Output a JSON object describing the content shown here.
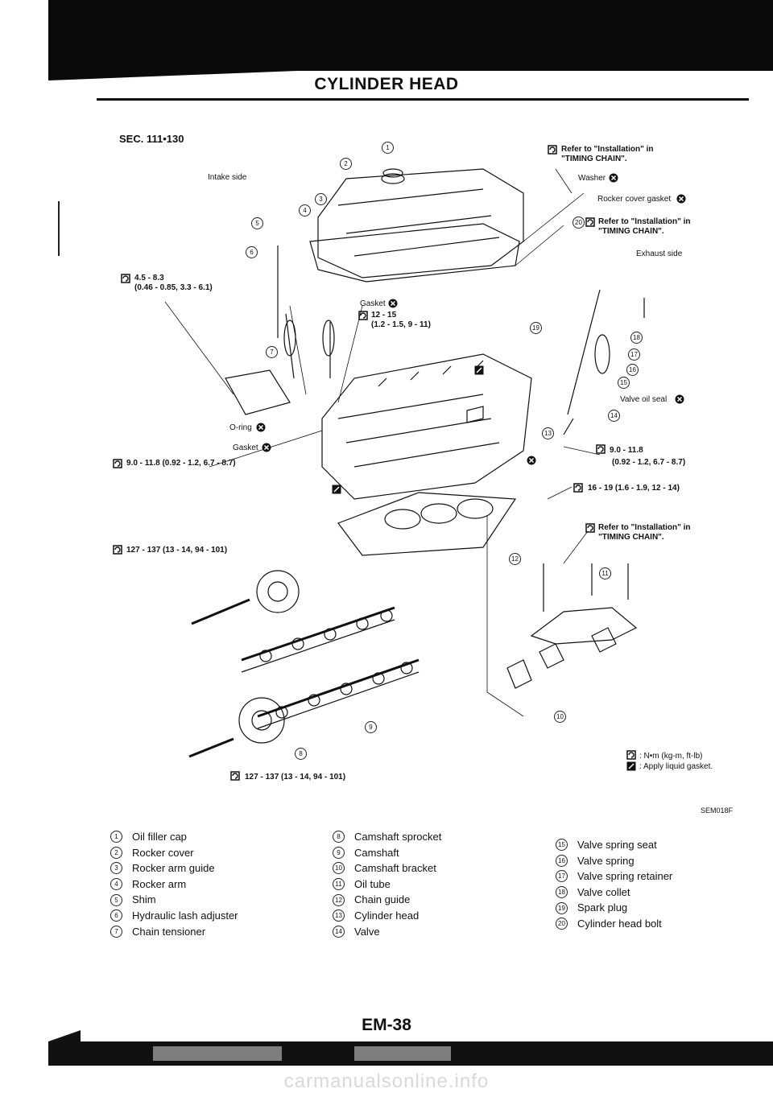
{
  "header": {
    "title": "CYLINDER HEAD"
  },
  "diagram": {
    "section": "SEC. 111•130",
    "intake_side": "Intake side",
    "exhaust_side": "Exhaust side",
    "washer": "Washer",
    "rocker_cover_gasket": "Rocker cover gasket",
    "refer_1_line1": "Refer to \"Installation\" in",
    "refer_1_line2": "\"TIMING CHAIN\".",
    "refer_2_line1": "Refer to \"Installation\" in",
    "refer_2_line2": "\"TIMING CHAIN\".",
    "refer_3_line1": "Refer to \"Installation\" in",
    "refer_3_line2": "\"TIMING CHAIN\".",
    "torque_a_line1": "4.5 - 8.3",
    "torque_a_line2": "(0.46 - 0.85, 3.3 - 6.1)",
    "gasket_top": "Gasket",
    "torque_b_line1": "12 - 15",
    "torque_b_line2": "(1.2 - 1.5, 9 - 11)",
    "oring": "O-ring",
    "gasket_left": "Gasket",
    "torque_c": "9.0 - 11.8 (0.92 - 1.2, 6.7 - 8.7)",
    "torque_d": "127 - 137 (13 - 14, 94 - 101)",
    "torque_e": "127 - 137 (13 - 14, 94 - 101)",
    "torque_f_line1": "9.0 - 11.8",
    "torque_f_line2": "(0.92 - 1.2, 6.7 - 8.7)",
    "torque_g": "16 - 19 (1.6 - 1.9, 12 - 14)",
    "valve_oil_seal": "Valve oil seal",
    "key_torque": ": N•m (kg-m, ft-lb)",
    "key_gasket": ": Apply liquid gasket.",
    "callouts": [
      "1",
      "2",
      "3",
      "4",
      "5",
      "6",
      "7",
      "8",
      "9",
      "10",
      "11",
      "12",
      "13",
      "14",
      "15",
      "16",
      "17",
      "18",
      "19",
      "20"
    ]
  },
  "caption": "SEM018F",
  "legend": {
    "col1": [
      {
        "n": "1",
        "label": "Oil filler cap"
      },
      {
        "n": "2",
        "label": "Rocker cover"
      },
      {
        "n": "3",
        "label": "Rocker arm guide"
      },
      {
        "n": "4",
        "label": "Rocker arm"
      },
      {
        "n": "5",
        "label": "Shim"
      },
      {
        "n": "6",
        "label": "Hydraulic lash adjuster"
      },
      {
        "n": "7",
        "label": "Chain tensioner"
      }
    ],
    "col2": [
      {
        "n": "8",
        "label": "Camshaft sprocket"
      },
      {
        "n": "9",
        "label": "Camshaft"
      },
      {
        "n": "10",
        "label": "Camshaft bracket"
      },
      {
        "n": "11",
        "label": "Oil tube"
      },
      {
        "n": "12",
        "label": "Chain guide"
      },
      {
        "n": "13",
        "label": "Cylinder head"
      },
      {
        "n": "14",
        "label": "Valve"
      }
    ],
    "col3": [
      {
        "n": "15",
        "label": "Valve spring seat"
      },
      {
        "n": "16",
        "label": "Valve spring"
      },
      {
        "n": "17",
        "label": "Valve spring retainer"
      },
      {
        "n": "18",
        "label": "Valve collet"
      },
      {
        "n": "19",
        "label": "Spark plug"
      },
      {
        "n": "20",
        "label": "Cylinder head bolt"
      }
    ]
  },
  "footer": {
    "page": "EM-38",
    "watermark": "carmanualsonline.info"
  }
}
